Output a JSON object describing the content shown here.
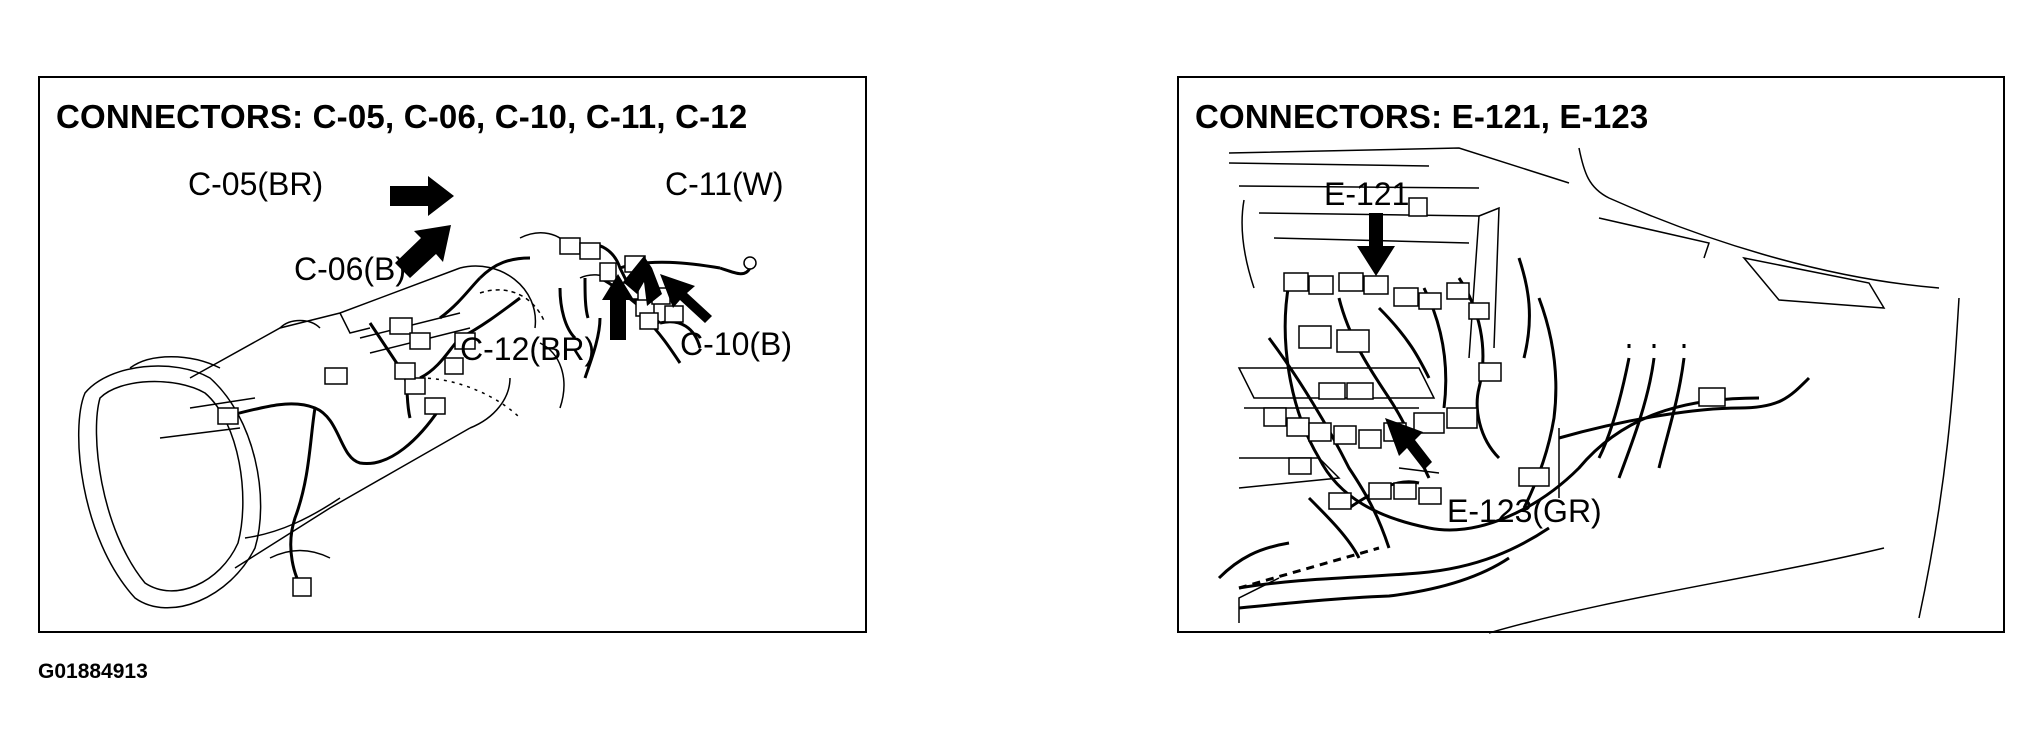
{
  "figure_id": "G01884913",
  "panels": [
    {
      "title": "CONNECTORS: C-05, C-06, C-10, C-11, C-12",
      "subject": "transmission",
      "callouts": [
        "C-05(BR)",
        "C-06(B)",
        "C-11(W)",
        "C-12(BR)",
        "C-10(B)"
      ]
    },
    {
      "title": "CONNECTORS: E-121, E-123",
      "subject": "dashboard-junction-area",
      "callouts": [
        "E-121",
        "E-123(GR)"
      ]
    }
  ]
}
